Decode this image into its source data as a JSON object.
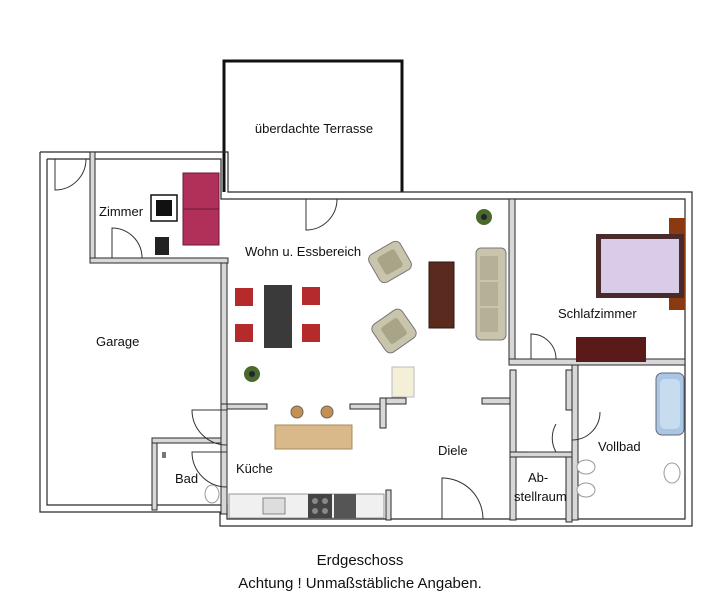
{
  "rooms": {
    "terrasse": "überdachte Terrasse",
    "zimmer": "Zimmer",
    "wohn": "Wohn u. Essbereich",
    "schlaf": "Schlafzimmer",
    "garage": "Garage",
    "bad": "Bad",
    "kueche": "Küche",
    "diele": "Diele",
    "abstell_1": "Ab-",
    "abstell_2": "stellraum",
    "vollbad": "Vollbad"
  },
  "caption": {
    "title": "Erdgeschoss",
    "note": "Achtung ! Unmaßstäbliche Angaben."
  },
  "colors": {
    "wall": "#2a2a2a",
    "wall_fill": "#d8d8d8",
    "sofa": "#c9c5ad",
    "chair_red": "#b52a2a",
    "bed_frame": "#4a2a2a",
    "bed_sheet": "#d8cce8",
    "futon": "#b0305a",
    "table_dark": "#3a3a3a",
    "table_wood": "#5a2a1e",
    "counter_wood": "#d9b98a",
    "bath_blue": "#a9c7e4",
    "dresser": "#5a1a1a"
  }
}
